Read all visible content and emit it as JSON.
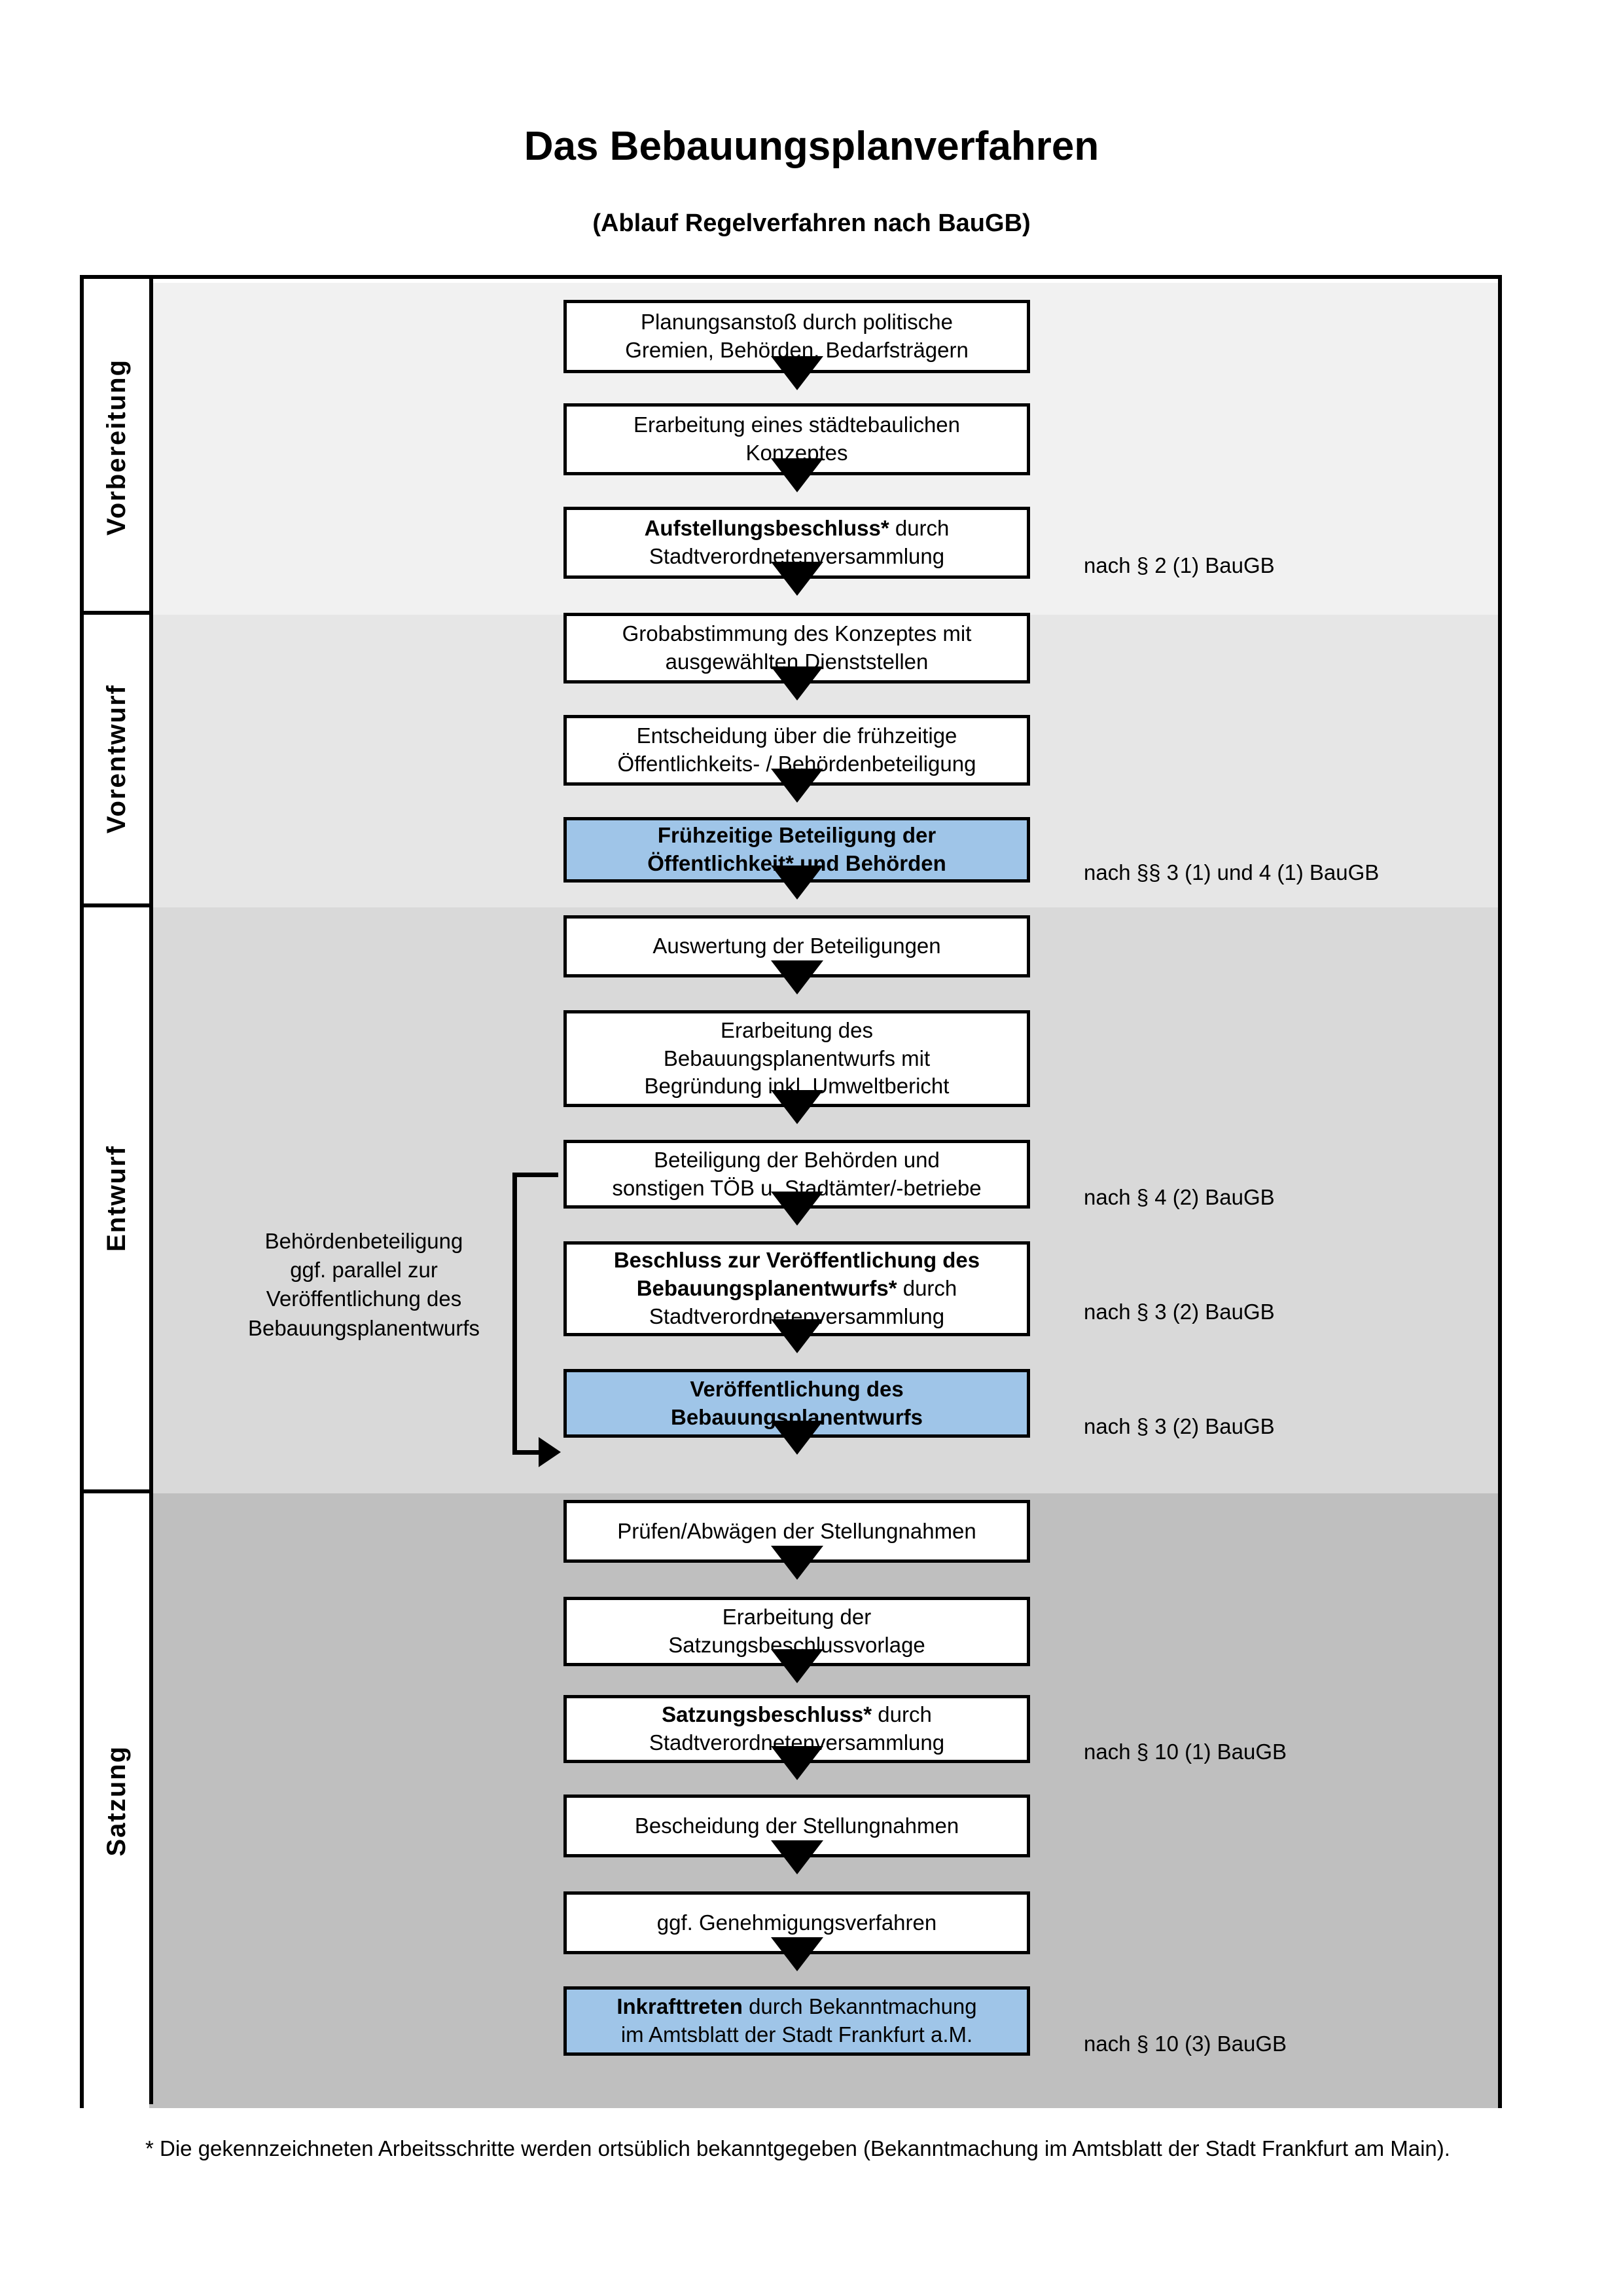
{
  "header": {
    "title": "Das Bebauungsplanverfahren",
    "subtitle": "(Ablauf Regelverfahren nach BauGB)"
  },
  "colors": {
    "highlight_box": "#9FC5E8",
    "band_vorbereitung": "#F1F1F1",
    "band_vorentwurf": "#E6E6E6",
    "band_entwurf": "#D9D9D9",
    "band_satzung": "#BFBFBF",
    "outline": "#000000"
  },
  "phases": [
    {
      "id": "vorbereitung",
      "label": "Vorbereitung",
      "background": "#F1F1F1"
    },
    {
      "id": "vorentwurf",
      "label": "Vorentwurf",
      "background": "#E6E6E6"
    },
    {
      "id": "entwurf",
      "label": "Entwurf",
      "background": "#D9D9D9"
    },
    {
      "id": "satzung",
      "label": "Satzung",
      "background": "#BFBFBF"
    }
  ],
  "steps": [
    {
      "id": "planungsanstoss",
      "phase": "vorbereitung",
      "highlight": false,
      "lines": [
        {
          "text": "Planungsanstoß durch politische",
          "bold": false
        },
        {
          "text": "Gremien, Behörden, Bedarfsträgern",
          "bold": false
        }
      ]
    },
    {
      "id": "konzept",
      "phase": "vorbereitung",
      "highlight": false,
      "lines": [
        {
          "text": "Erarbeitung eines städtebaulichen",
          "bold": false
        },
        {
          "text": "Konzeptes",
          "bold": false
        }
      ]
    },
    {
      "id": "aufstellungsbeschluss",
      "phase": "vorbereitung",
      "highlight": false,
      "lines": [
        {
          "text": "Aufstellungsbeschluss*",
          "bold": true,
          "suffix": " durch"
        },
        {
          "text": "Stadtverordnetenversammlung",
          "bold": false
        }
      ]
    },
    {
      "id": "grobabstimmung",
      "phase": "vorentwurf",
      "highlight": false,
      "lines": [
        {
          "text": "Grobabstimmung des Konzeptes mit",
          "bold": false
        },
        {
          "text": "ausgewählten Dienststellen",
          "bold": false
        }
      ]
    },
    {
      "id": "entscheidung-fruehzeitig",
      "phase": "vorentwurf",
      "highlight": false,
      "lines": [
        {
          "text": "Entscheidung über die frühzeitige",
          "bold": false
        },
        {
          "text": "Öffentlichkeits- / Behördenbeteiligung",
          "bold": false
        }
      ]
    },
    {
      "id": "fruehzeitige-beteiligung",
      "phase": "vorentwurf",
      "highlight": true,
      "lines": [
        {
          "text": "Frühzeitige Beteiligung der",
          "bold": true
        },
        {
          "text": "Öffentlichkeit* und Behörden",
          "bold": true
        }
      ]
    },
    {
      "id": "auswertung",
      "phase": "entwurf",
      "highlight": false,
      "lines": [
        {
          "text": "Auswertung der Beteiligungen",
          "bold": false
        }
      ]
    },
    {
      "id": "erarbeitung-entwurf",
      "phase": "entwurf",
      "highlight": false,
      "lines": [
        {
          "text": "Erarbeitung des",
          "bold": false
        },
        {
          "text": "Bebauungsplanentwurfs mit",
          "bold": false
        },
        {
          "text": "Begründung inkl. Umweltbericht",
          "bold": false
        }
      ]
    },
    {
      "id": "beteiligung-behoerden",
      "phase": "entwurf",
      "highlight": false,
      "lines": [
        {
          "text": "Beteiligung der Behörden und",
          "bold": false
        },
        {
          "text": "sonstigen TÖB u. Stadtämter/-betriebe",
          "bold": false
        }
      ]
    },
    {
      "id": "beschluss-veroeffentlichung",
      "phase": "entwurf",
      "highlight": false,
      "lines": [
        {
          "text": "Beschluss zur Veröffentlichung des",
          "bold": true
        },
        {
          "text": "Bebauungsplanentwurfs*",
          "bold": true,
          "suffix": " durch"
        },
        {
          "text": "Stadtverordnetenversammlung",
          "bold": false
        }
      ]
    },
    {
      "id": "veroeffentlichung",
      "phase": "entwurf",
      "highlight": true,
      "lines": [
        {
          "text": "Veröffentlichung des",
          "bold": true
        },
        {
          "text": "Bebauungsplanentwurfs",
          "bold": true
        }
      ]
    },
    {
      "id": "pruefen-abwaegen",
      "phase": "satzung",
      "highlight": false,
      "lines": [
        {
          "text": "Prüfen/Abwägen der Stellungnahmen",
          "bold": false
        }
      ]
    },
    {
      "id": "satzungsbeschlussvorlage",
      "phase": "satzung",
      "highlight": false,
      "lines": [
        {
          "text": "Erarbeitung der",
          "bold": false
        },
        {
          "text": "Satzungsbeschlussvorlage",
          "bold": false
        }
      ]
    },
    {
      "id": "satzungsbeschluss",
      "phase": "satzung",
      "highlight": false,
      "lines": [
        {
          "text": "Satzungsbeschluss*",
          "bold": true,
          "suffix": " durch"
        },
        {
          "text": "Stadtverordnetenversammlung",
          "bold": false
        }
      ]
    },
    {
      "id": "bescheidung",
      "phase": "satzung",
      "highlight": false,
      "lines": [
        {
          "text": "Bescheidung der Stellungnahmen",
          "bold": false
        }
      ]
    },
    {
      "id": "genehmigungsverfahren",
      "phase": "satzung",
      "highlight": false,
      "lines": [
        {
          "text": "ggf. Genehmigungsverfahren",
          "bold": false
        }
      ]
    },
    {
      "id": "inkrafttreten",
      "phase": "satzung",
      "highlight": true,
      "lines": [
        {
          "text": "Inkrafttreten",
          "bold": true,
          "suffix": " durch Bekanntmachung"
        },
        {
          "text": "im Amtsblatt der Stadt Frankfurt a.M.",
          "bold": false
        }
      ]
    }
  ],
  "law_notes": [
    {
      "id": "note-par2",
      "text": "nach § 2 (1) BauGB",
      "for_step": "aufstellungsbeschluss"
    },
    {
      "id": "note-par3-1-4-1",
      "text": "nach §§ 3 (1) und 4 (1) BauGB",
      "for_step": "fruehzeitige-beteiligung"
    },
    {
      "id": "note-par4-2",
      "text": "nach § 4 (2) BauGB",
      "for_step": "beteiligung-behoerden"
    },
    {
      "id": "note-par3-2-a",
      "text": "nach § 3 (2) BauGB",
      "for_step": "beschluss-veroeffentlichung"
    },
    {
      "id": "note-par3-2-b",
      "text": "nach § 3 (2) BauGB",
      "for_step": "veroeffentlichung"
    },
    {
      "id": "note-par10-1",
      "text": "nach § 10 (1) BauGB",
      "for_step": "satzungsbeschluss"
    },
    {
      "id": "note-par10-3",
      "text": "nach § 10 (3) BauGB",
      "for_step": "inkrafttreten"
    }
  ],
  "side_note": {
    "id": "behoerdenbeteiligung-note",
    "lines": [
      "Behördenbeteiligung",
      "ggf. parallel zur",
      "Veröffentlichung des",
      "Bebauungsplanentwurfs"
    ]
  },
  "footnote": {
    "text": "* Die gekennzeichneten Arbeitsschritte werden ortsüblich bekanntgegeben (Bekanntmachung im Amtsblatt  der Stadt Frankfurt am Main)."
  }
}
